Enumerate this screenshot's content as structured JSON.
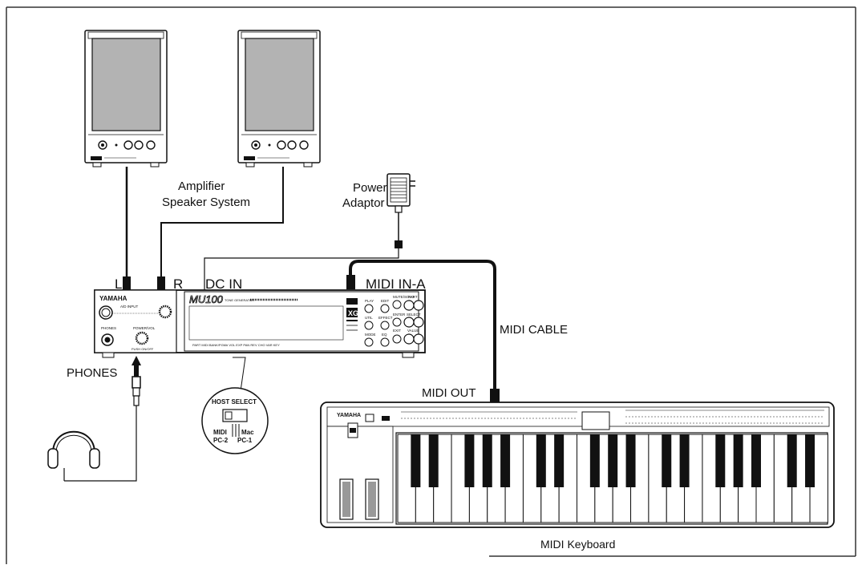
{
  "labels": {
    "amplifier_line1": "Amplifier",
    "amplifier_line2": "Speaker System",
    "power_adaptor_line1": "Power",
    "power_adaptor_line2": "Adaptor",
    "left_jack": "L",
    "right_jack": "R",
    "dc_in": "DC IN",
    "midi_in_a": "MIDI IN-A",
    "midi_cable": "MIDI CABLE",
    "midi_out": "MIDI OUT",
    "phones": "PHONES",
    "midi_keyboard": "MIDI Keyboard"
  },
  "module": {
    "brand": "YAMAHA",
    "ad_input": "A/D INPUT",
    "phones_jack": "PHONES",
    "power_vol": "POWER/VOL",
    "push_onoff": "PUSH ON/OFF",
    "model": "MU100",
    "tone_generator": "TONE GENERATOR",
    "bottom_labels": "PART       MIDI      BANK/PGM#   VOL  EXP  PAN  REV  CHO  VAR  KEY",
    "play": "PLAY",
    "edit": "EDIT",
    "util": "UTIL",
    "effect": "EFFECT",
    "mode": "MODE",
    "eq": "EQ",
    "mute_solo": "MUTE/SOLO",
    "enter": "ENTER",
    "exit": "EXIT",
    "part": "PART",
    "select": "SELECT",
    "value": "VALUE",
    "xg": "XG"
  },
  "host_select": {
    "title": "HOST SELECT",
    "midi": "MIDI",
    "mac": "Mac",
    "pc2": "PC-2",
    "pc1": "PC-1"
  },
  "keyboard": {
    "brand": "YAMAHA"
  },
  "colors": {
    "line": "#111111",
    "speaker_grille": "#b3b3b3",
    "frame": "#333333"
  }
}
